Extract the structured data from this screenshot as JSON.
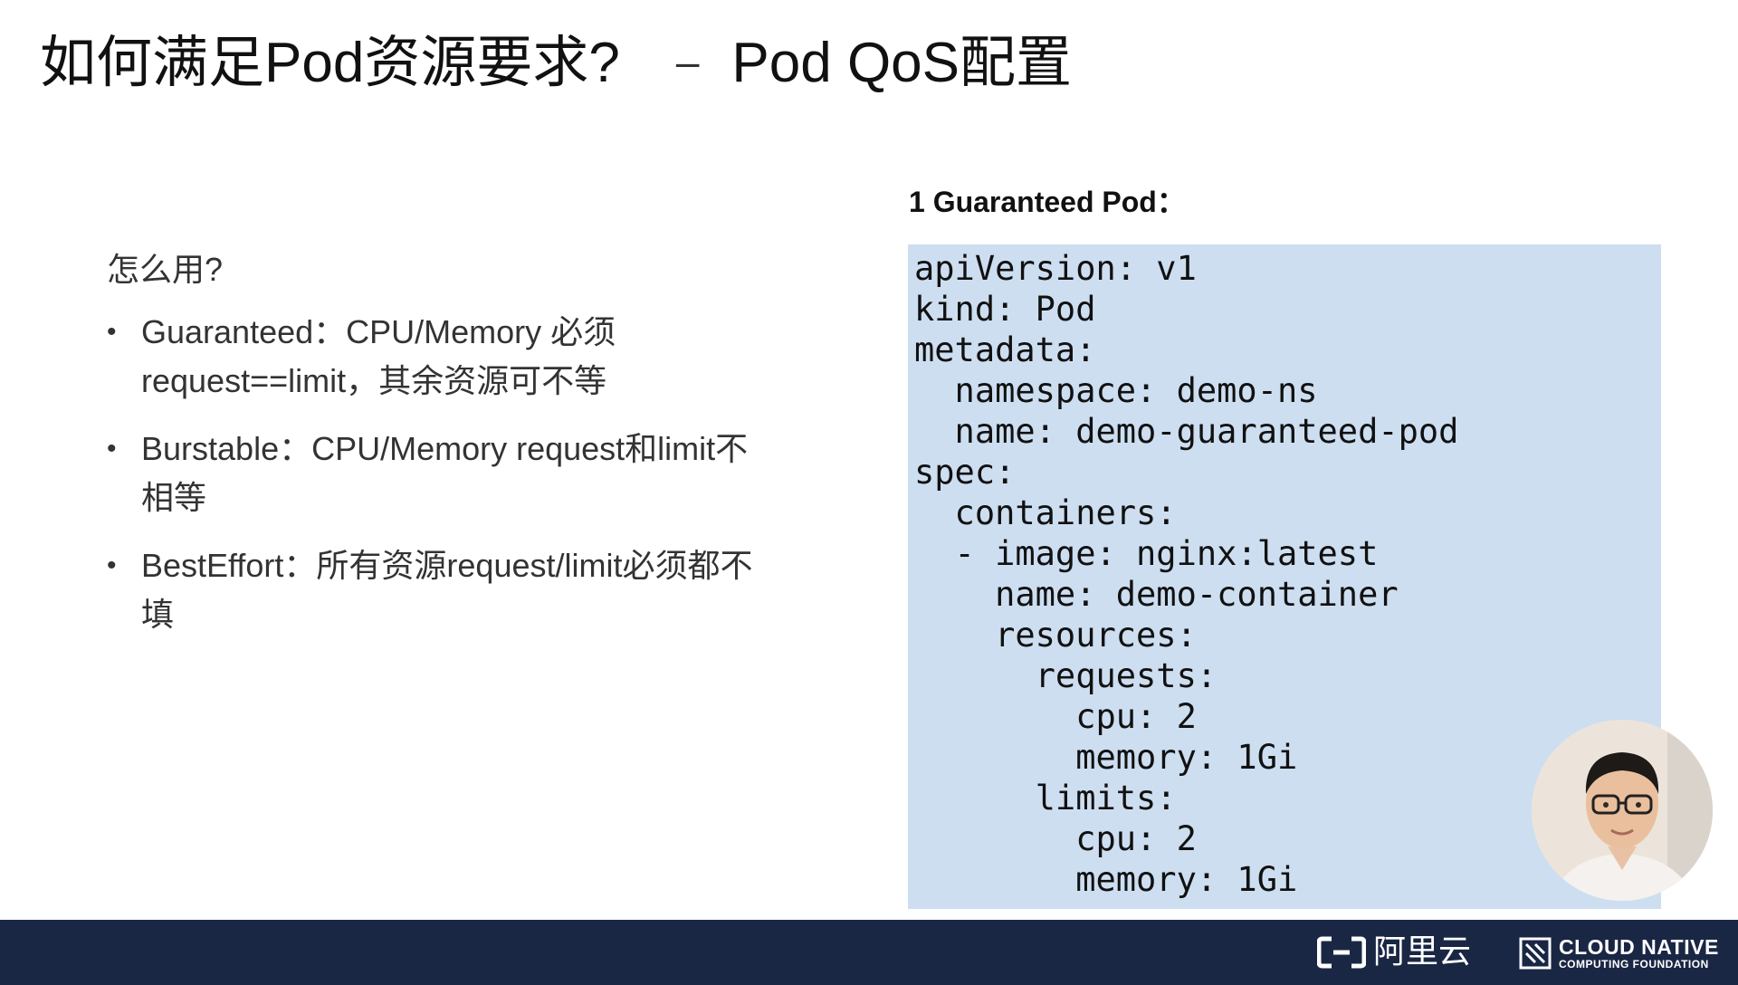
{
  "slide": {
    "title_main": "如何满足Pod资源要求?",
    "title_dash": "–",
    "title_sub": "Pod QoS配置"
  },
  "left": {
    "question": "怎么用?",
    "bullet_symbol": "•",
    "bullets": [
      {
        "line1": "Guaranteed：CPU/Memory 必须",
        "line2": "request==limit，其余资源可不等"
      },
      {
        "line1": "Burstable：CPU/Memory request和limit不",
        "line2": "相等"
      },
      {
        "line1": "BestEffort：所有资源request/limit必须都不",
        "line2": "填"
      }
    ]
  },
  "right": {
    "heading": "1 Guaranteed Pod：",
    "code_lines": [
      "apiVersion: v1",
      "kind: Pod",
      "metadata:",
      "  namespace: demo-ns",
      "  name: demo-guaranteed-pod",
      "spec:",
      "  containers:",
      "  - image: nginx:latest",
      "    name: demo-container",
      "    resources:",
      "      requests:",
      "        cpu: 2",
      "        memory: 1Gi",
      "      limits:",
      "        cpu: 2",
      "        memory: 1Gi"
    ]
  },
  "footer": {
    "aliyun_text": "阿里云",
    "cncf_line1": "CLOUD NATIVE",
    "cncf_line2": "COMPUTING FOUNDATION"
  },
  "colors": {
    "code_bg": "#cddef1",
    "footer_bg": "#1a2744"
  }
}
